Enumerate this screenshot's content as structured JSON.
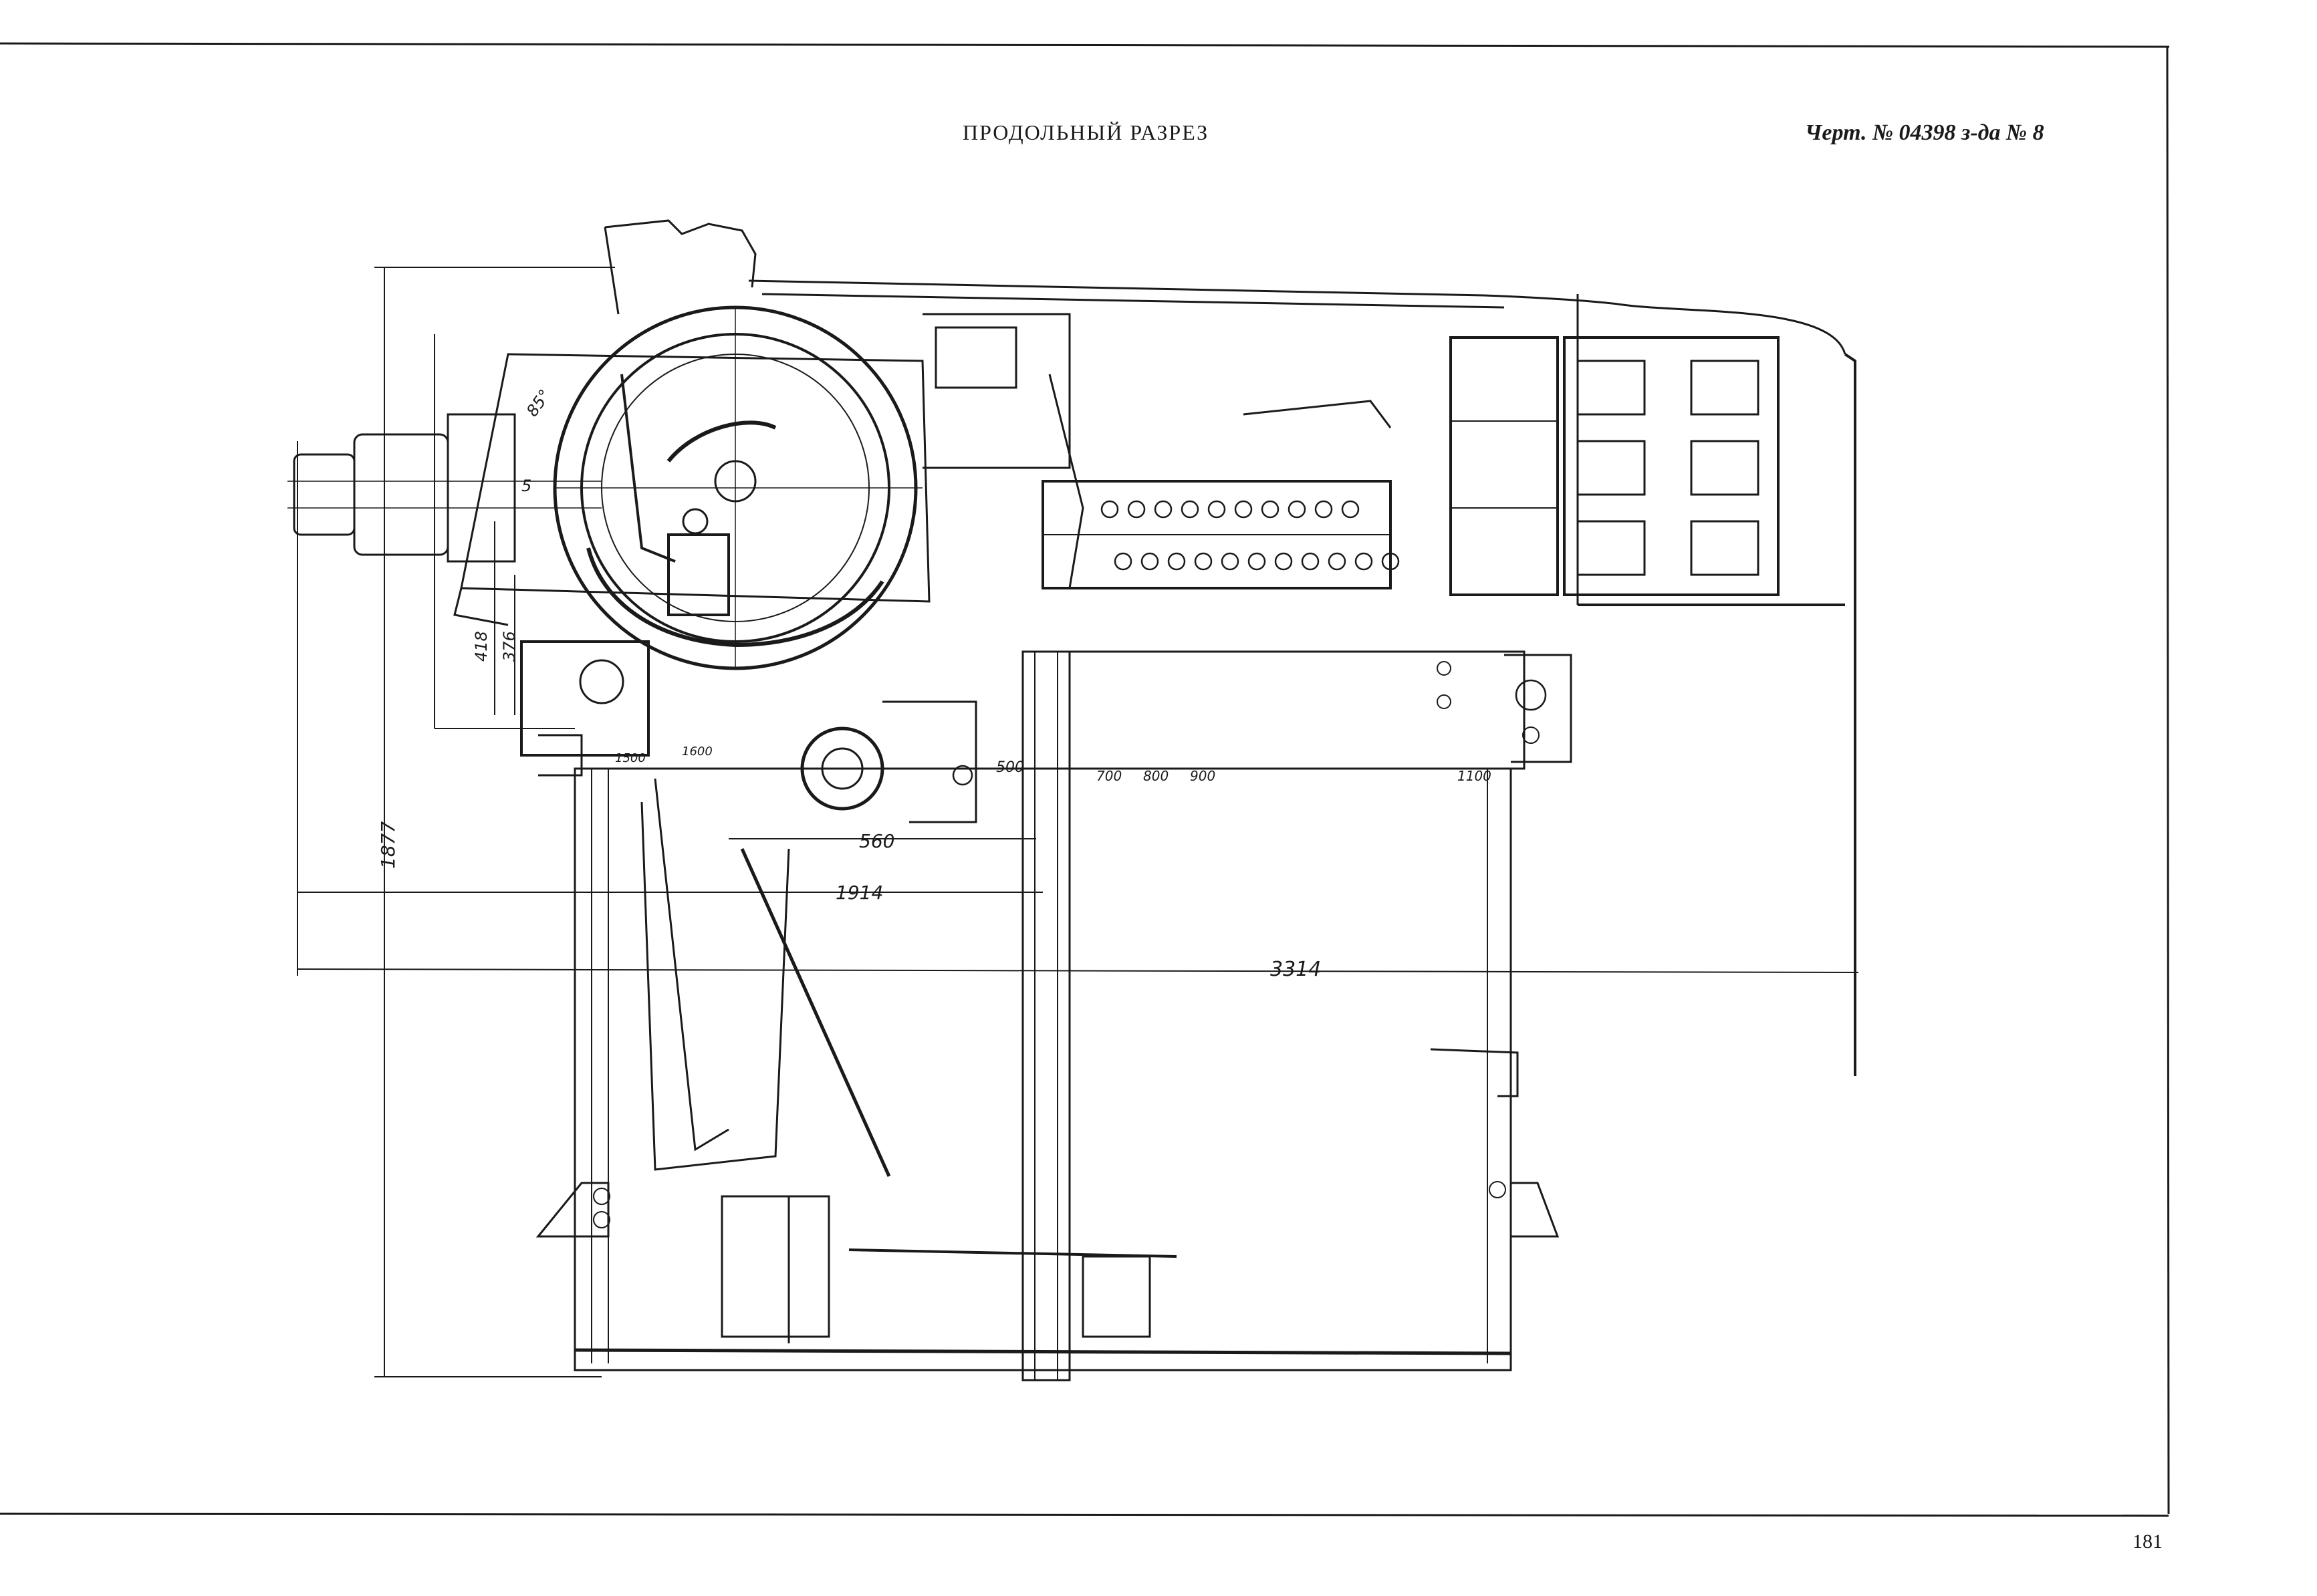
{
  "sheet": {
    "title": "ПРОДОЛЬНЫЙ РАЗРЕЗ",
    "reference": "Черт. № 04398 з-да № 8",
    "page_number": "181"
  },
  "dimensions": {
    "overall_length": "3314",
    "length_1914": "1914",
    "length_560": "560",
    "height_1877": "1877",
    "height_418": "418",
    "height_376": "376",
    "small_5": "5",
    "angle_85": "85°",
    "scale_500": "500",
    "scale_700": "700",
    "scale_800": "800",
    "scale_900": "900",
    "scale_1100": "1100",
    "mark_1500": "1500",
    "mark_1600": "1600"
  }
}
